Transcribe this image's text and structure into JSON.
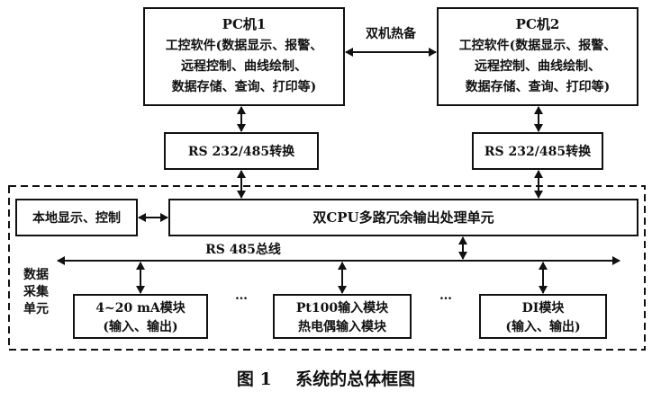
{
  "pc1": {
    "title": "PC机1",
    "line1": "工控软件(数据显示、报警、",
    "line2": "远程控制、曲线绘制、",
    "line3": "数据存储、查询、打印等)"
  },
  "pc2": {
    "title": "PC机2",
    "line1": "工控软件(数据显示、报警、",
    "line2": "远程控制、曲线绘制、",
    "line3": "数据存储、查询、打印等)"
  },
  "hot_standby_label": "双机热备",
  "converter1_label": "RS 232/485转换",
  "converter2_label": "RS 232/485转换",
  "local_display_label": "本地显示、控制",
  "cpu_unit_label": "双CPU多路冗余输出处理单元",
  "bus_label": "RS 485总线",
  "acq_unit_label": [
    "数据",
    "采集",
    "单元"
  ],
  "module_ma": {
    "line1": "4~20 mA模块",
    "line2": "(输入、输出)"
  },
  "module_pt100": {
    "line1": "Pt100输入模块",
    "line2": "热电偶输入模块"
  },
  "module_di": {
    "line1": "DI模块",
    "line2": "(输入、输出)"
  },
  "ellipsis": "…",
  "caption": "图 1    系统的总体框图"
}
